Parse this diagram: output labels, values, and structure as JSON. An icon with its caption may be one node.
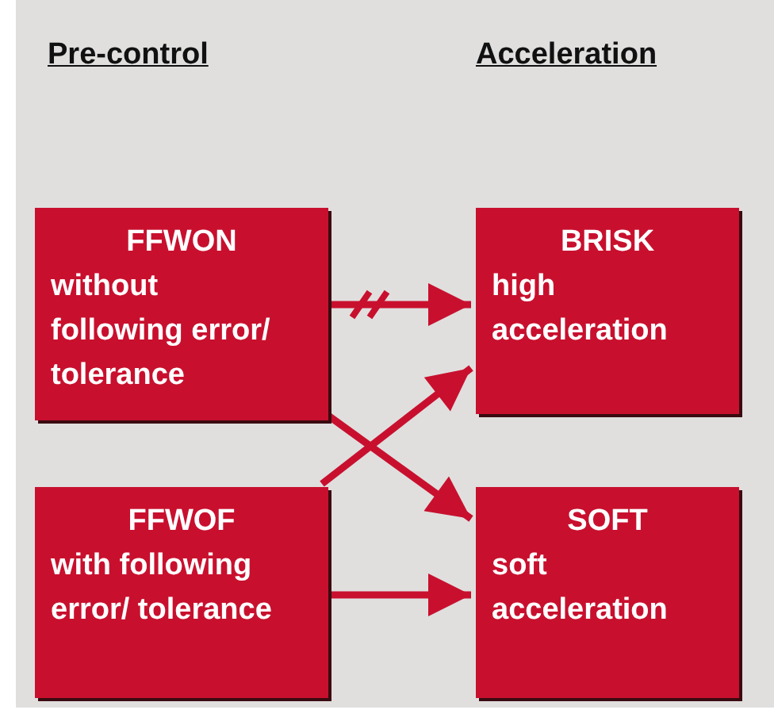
{
  "diagram": {
    "nodes": [
      {
        "text": [
          "FFWON",
          "without following error/ tolerance"
        ]
      },
      {
        "text": [
          "BRISK",
          "high acceleration"
        ]
      },
      {
        "text": [
          "FFWOF",
          "with following error/ tolerance"
        ]
      },
      {
        "text": [
          "SOFT",
          "soft acceleration"
        ]
      }
    ],
    "edges": [
      {
        "from": 0,
        "to": 1,
        "arrow": "to"
      },
      {
        "from": 0,
        "to": 3,
        "arrow": "to"
      },
      {
        "from": 2,
        "to": 1,
        "arrow": "to"
      },
      {
        "from": 2,
        "to": 3,
        "arrow": "to"
      }
    ],
    "labels": [
      "Pre-control",
      "Acceleration"
    ]
  }
}
